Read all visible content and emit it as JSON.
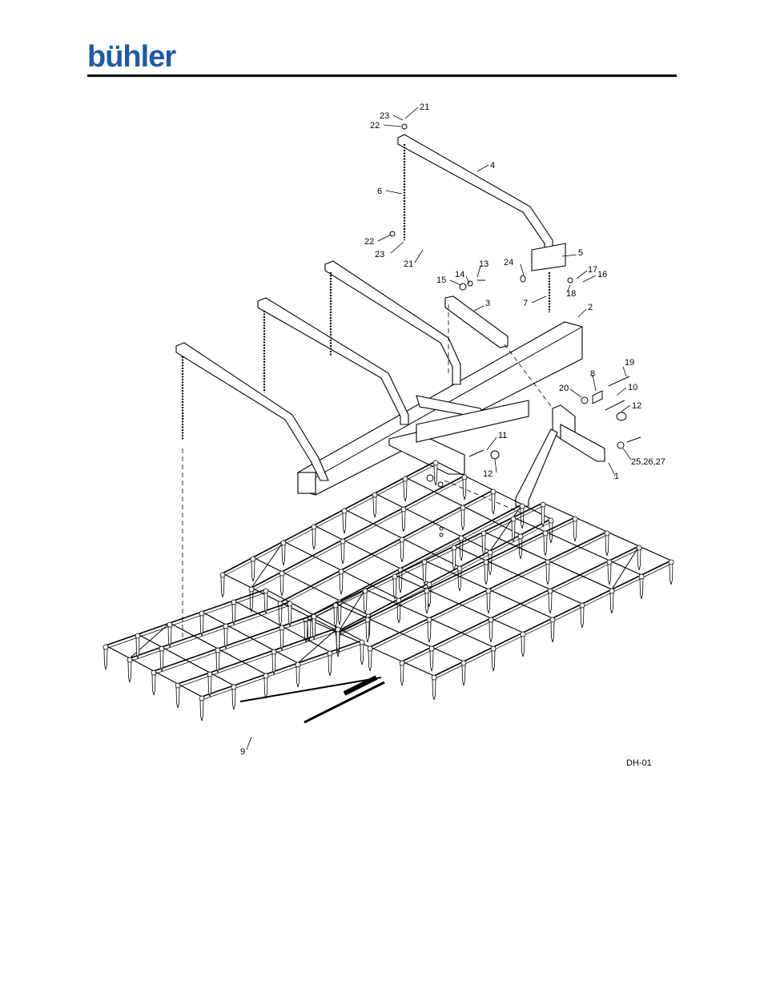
{
  "header": {
    "brand": "bühler"
  },
  "drawing": {
    "code": "DH-01",
    "callouts": [
      {
        "id": "c21a",
        "text": "21"
      },
      {
        "id": "c23a",
        "text": "23"
      },
      {
        "id": "c22a",
        "text": "22"
      },
      {
        "id": "c4",
        "text": "4"
      },
      {
        "id": "c6",
        "text": "6"
      },
      {
        "id": "c22b",
        "text": "22"
      },
      {
        "id": "c23b",
        "text": "23"
      },
      {
        "id": "c21b",
        "text": "21"
      },
      {
        "id": "c13",
        "text": "13"
      },
      {
        "id": "c14",
        "text": "14"
      },
      {
        "id": "c15",
        "text": "15"
      },
      {
        "id": "c24",
        "text": "24"
      },
      {
        "id": "c5",
        "text": "5"
      },
      {
        "id": "c17",
        "text": "17"
      },
      {
        "id": "c16",
        "text": "16"
      },
      {
        "id": "c18",
        "text": "18"
      },
      {
        "id": "c3",
        "text": "3"
      },
      {
        "id": "c7",
        "text": "7"
      },
      {
        "id": "c2",
        "text": "2"
      },
      {
        "id": "c19",
        "text": "19"
      },
      {
        "id": "c8",
        "text": "8"
      },
      {
        "id": "c20",
        "text": "20"
      },
      {
        "id": "c10",
        "text": "10"
      },
      {
        "id": "c12a",
        "text": "12"
      },
      {
        "id": "c11",
        "text": "11"
      },
      {
        "id": "c12b",
        "text": "12"
      },
      {
        "id": "c25",
        "text": "25,26,27"
      },
      {
        "id": "c1",
        "text": "1"
      },
      {
        "id": "c9",
        "text": "9"
      }
    ]
  }
}
